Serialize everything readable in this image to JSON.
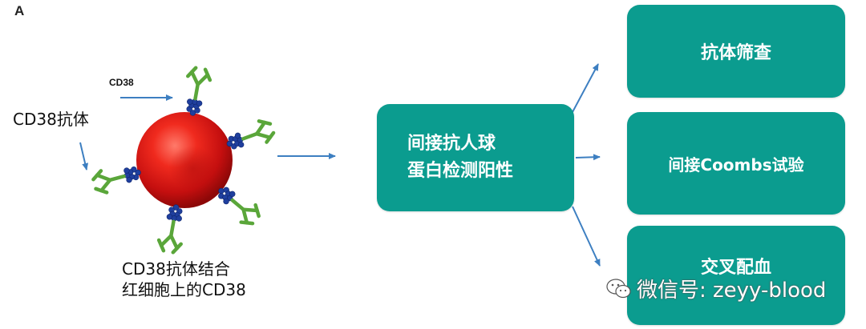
{
  "panel_label": "A",
  "labels": {
    "cd38_small": "CD38",
    "antibody": "CD38抗体",
    "binding_line1": "CD38抗体结合",
    "binding_line2": "红细胞上的CD38"
  },
  "center_box": {
    "line1": "间接抗人球",
    "line2": "蛋白检测阳性"
  },
  "outcomes": [
    {
      "label": "抗体筛查"
    },
    {
      "label": "间接Coombs试验"
    },
    {
      "label": "交叉配血"
    }
  ],
  "watermark": {
    "text": "微信号: zeyy-blood",
    "icon": "wechat-icon"
  },
  "colors": {
    "box_fill": "#0b9c8f",
    "arrow": "#3d7fc1",
    "antibody": "#5aa63a",
    "receptor": "#1f3f9e",
    "cell": "#e02020"
  }
}
